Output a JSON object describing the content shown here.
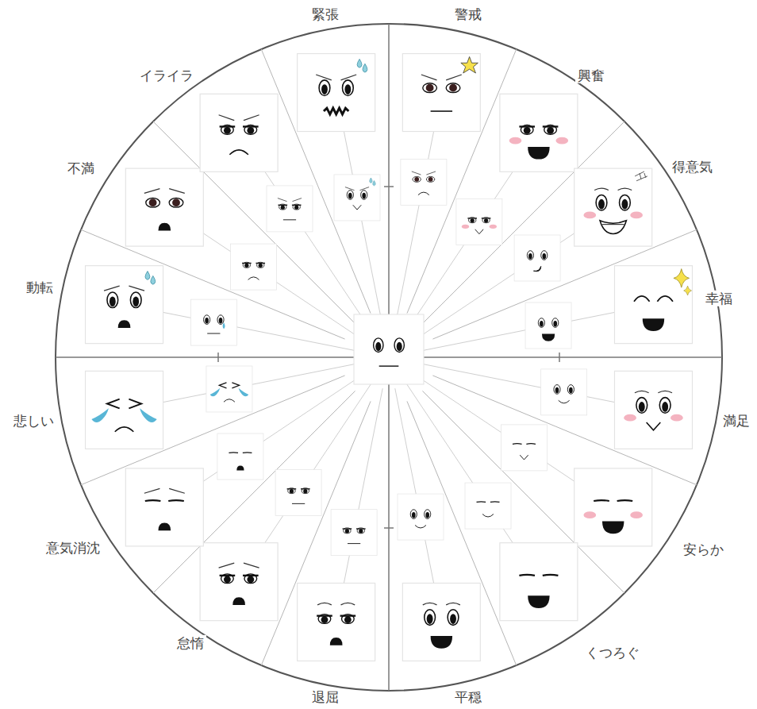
{
  "diagram": {
    "labels": [
      "緊張",
      "警戒",
      "興奮",
      "得意気",
      "幸福",
      "満足",
      "安らか",
      "くつろぐ",
      "平穏",
      "退屈",
      "怠惰",
      "意気消沈",
      "悲しい",
      "動転",
      "不満",
      "イライラ"
    ]
  }
}
